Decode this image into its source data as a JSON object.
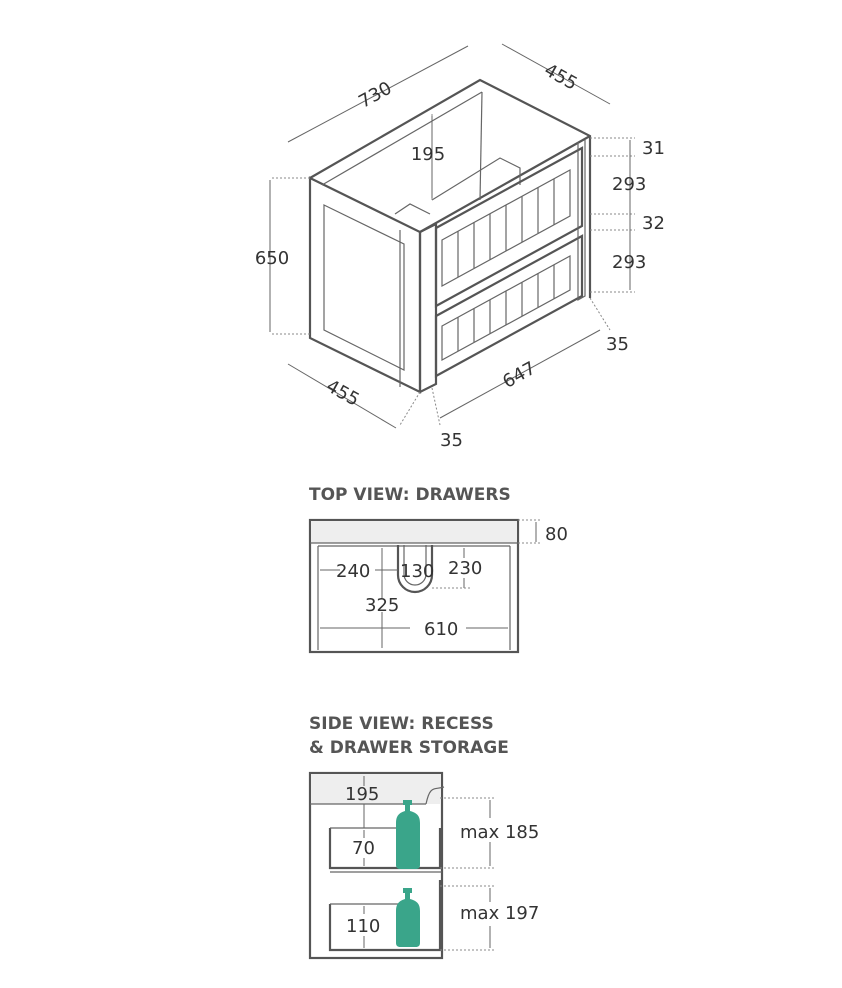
{
  "colors": {
    "line": "#555555",
    "text": "#333333",
    "heading": "#555555",
    "bottle": "#3aa58a"
  },
  "iso": {
    "width": "730",
    "depth_top": "455",
    "height": "650",
    "recess": "195",
    "top_rail": "31",
    "drawer_1": "293",
    "mid_rail": "32",
    "drawer_2": "293",
    "side_right": "35",
    "inner_width": "647",
    "depth_bottom": "455",
    "side_left": "35"
  },
  "top_view": {
    "heading": "TOP VIEW: DRAWERS",
    "back": "80",
    "left": "240",
    "cutout": "130",
    "cutout_depth": "230",
    "depth": "325",
    "width": "610"
  },
  "side_view": {
    "heading_1": "SIDE VIEW: RECESS",
    "heading_2": "& DRAWER STORAGE",
    "recess": "195",
    "drawer_1": "70",
    "max_1": "max 185",
    "drawer_2": "110",
    "max_2": "max 197"
  }
}
